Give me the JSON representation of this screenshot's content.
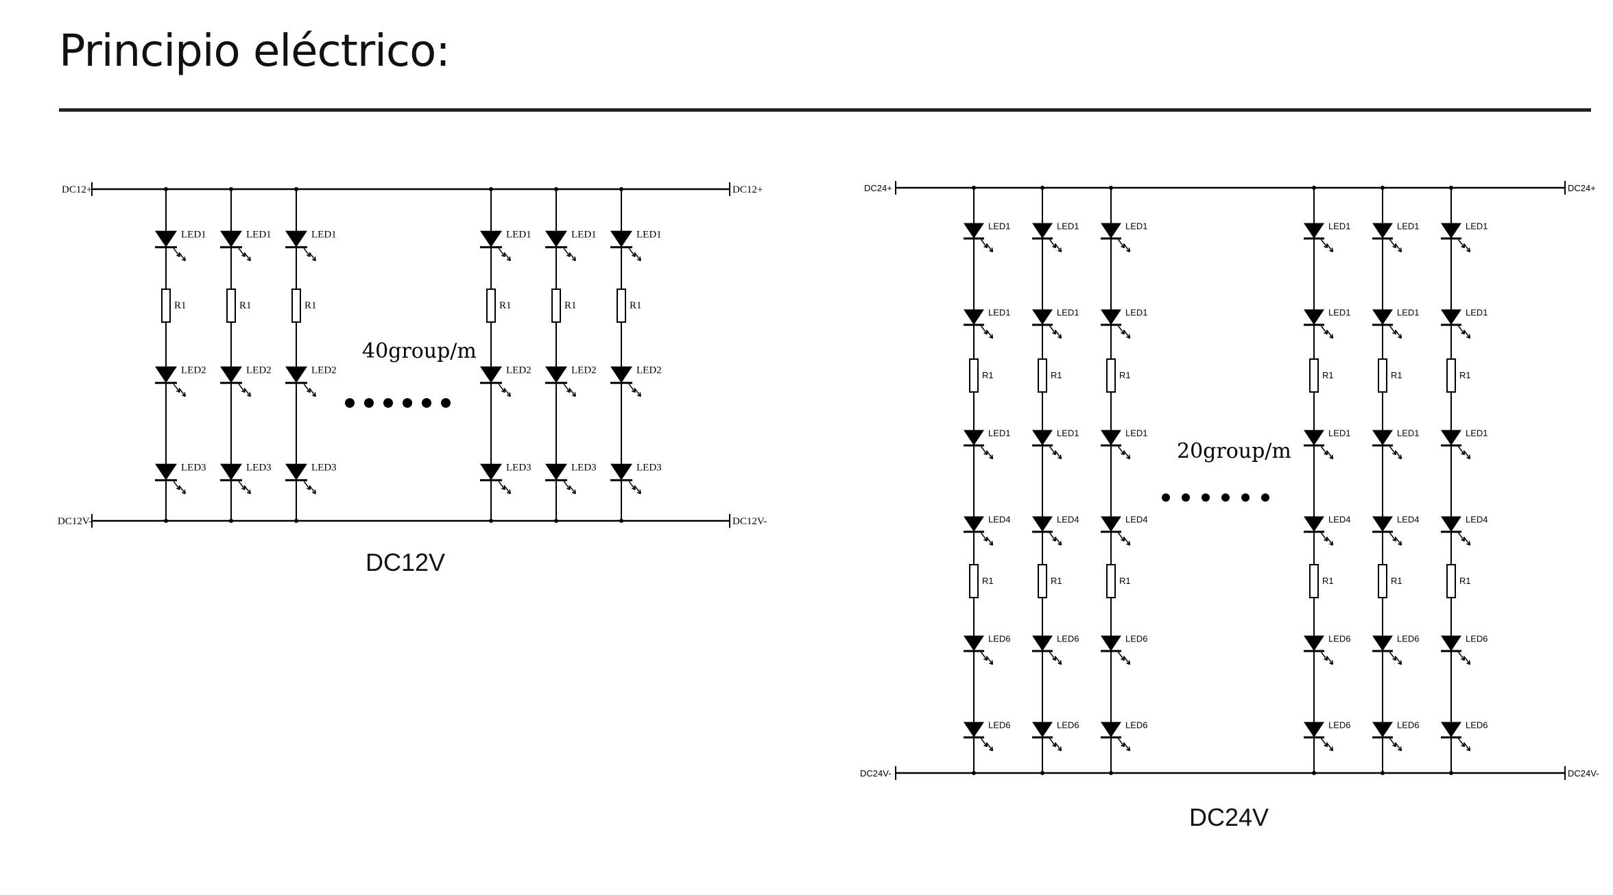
{
  "page": {
    "title": "Principio eléctrico:"
  },
  "diagrams": [
    {
      "id": "dc12",
      "caption": "DC12V",
      "plus_label": "DC12+",
      "minus_label": "DC12V-",
      "group_text": "40group/m",
      "led_labels": [
        "LED1",
        "LED2",
        "LED3"
      ],
      "resistor_label": "R1"
    },
    {
      "id": "dc24",
      "caption": "DC24V",
      "plus_label": "DC24+",
      "minus_label": "DC24V-",
      "group_text": "20group/m",
      "led_labels": [
        "LED1",
        "LED1",
        "LED1",
        "LED4",
        "LED6",
        "LED6"
      ],
      "resistor_label": "R1"
    }
  ]
}
